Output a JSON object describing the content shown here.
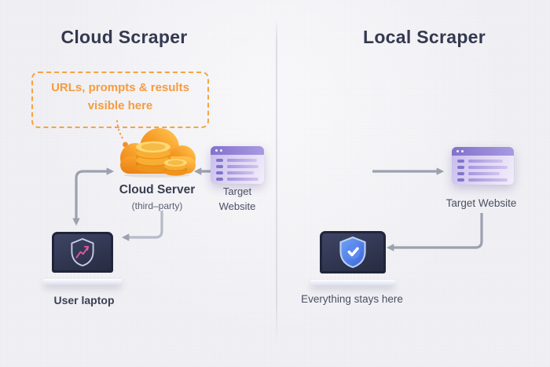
{
  "diagram": {
    "left_panel": {
      "title": "Cloud Scraper",
      "callout": {
        "line1": "URLs, prompts & results",
        "line2": "visible here"
      },
      "cloud_server": {
        "label": "Cloud Server",
        "sublabel": "(third–party)"
      },
      "target_website": {
        "label_line1": "Target",
        "label_line2": "Website"
      },
      "laptop_caption": "User laptop"
    },
    "right_panel": {
      "title": "Local Scraper",
      "target_website_label": "Target Website",
      "laptop_caption": "Everything stays here"
    },
    "icons": {
      "cloud_server": "cloud-database-icon",
      "target_website": "browser-window-icon",
      "user_laptop_left": "laptop-shield-chart-icon",
      "user_laptop_right": "laptop-shield-check-icon"
    },
    "colors": {
      "background": "#F1F0F4",
      "accent_orange": "#F59C3F",
      "cloud_orange": "#F59322",
      "title_text": "#343950",
      "label_text": "#4A4F63",
      "arrow_gray": "#9BA1AF",
      "browser_purple": "#8A79CF",
      "shield_blue": "#4C7DE8",
      "shield_pink": "#E45A9E",
      "divider": "#DDDCE4"
    }
  }
}
